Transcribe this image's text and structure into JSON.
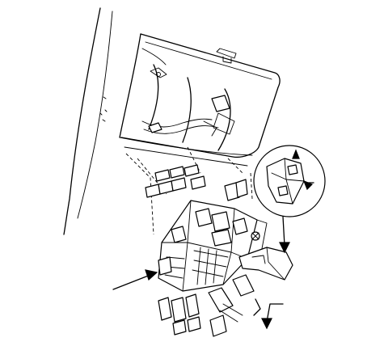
{
  "figure": {
    "background": "#ffffff",
    "line_color": "#000000",
    "parts": [
      "a-pillar-trim",
      "dashboard-underside",
      "glove-box-opening",
      "fuse-relay-box",
      "relays",
      "mounting-bracket",
      "detail-inset-circle",
      "lock-tab-arrow",
      "pointer-arrow"
    ]
  }
}
